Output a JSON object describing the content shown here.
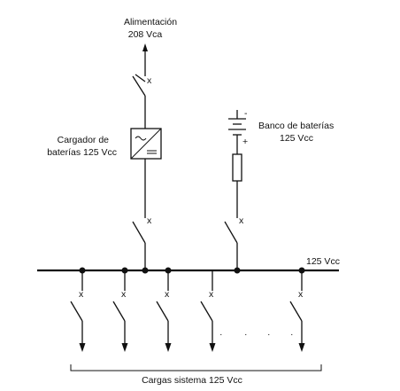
{
  "supply": {
    "label_line1": "Alimentación",
    "label_line2": "208 Vca"
  },
  "charger": {
    "label_line1": "Cargador de",
    "label_line2": "baterías 125 Vcc"
  },
  "battery": {
    "label_line1": "Banco de baterías",
    "label_line2": "125 Vcc",
    "minus_sign": "-",
    "plus_sign": "+"
  },
  "bus": {
    "label": "125 Vcc"
  },
  "loads": {
    "label": "Cargas sistema 125 Vcc",
    "ellipsis": [
      "·",
      "·",
      "·",
      "·"
    ]
  },
  "breaker_mark": "x"
}
